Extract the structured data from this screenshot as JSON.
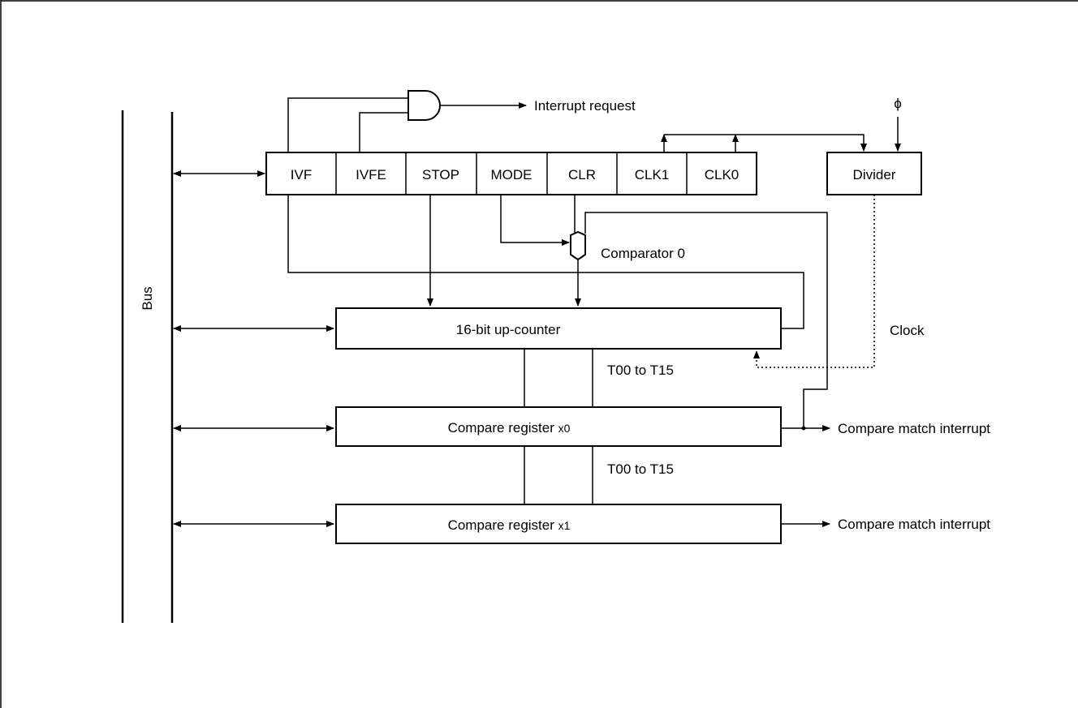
{
  "bus_label": "Bus",
  "interrupt_request": "Interrupt request",
  "phi": "ϕ",
  "register_bits": [
    "IVF",
    "IVFE",
    "STOP",
    "MODE",
    "CLR",
    "CLK1",
    "CLK0"
  ],
  "divider": "Divider",
  "comparator": "Comparator 0",
  "counter": "16-bit up-counter",
  "clock": "Clock",
  "bus_label_t0": "T00 to T15",
  "bus_label_t1": "T00 to T15",
  "compare_register_0": {
    "prefix": "Compare register ",
    "suffix": "x0"
  },
  "compare_register_1": {
    "prefix": "Compare register ",
    "suffix": "x1"
  },
  "compare_match_0": "Compare match interrupt",
  "compare_match_1": "Compare match interrupt"
}
